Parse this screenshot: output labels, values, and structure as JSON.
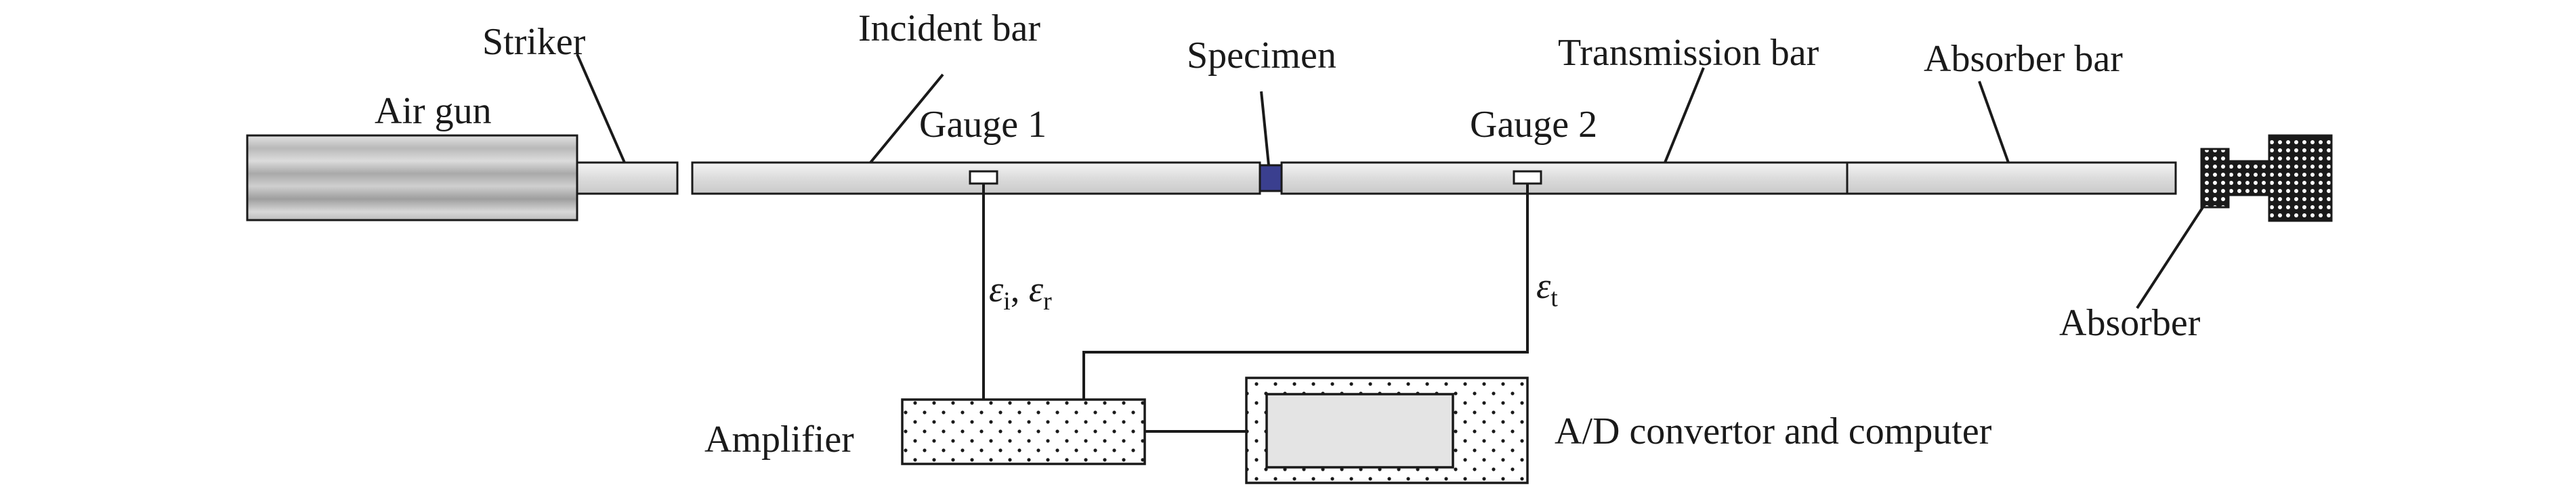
{
  "labels": {
    "air_gun": "Air gun",
    "striker": "Striker",
    "incident_bar": "Incident bar",
    "specimen": "Specimen",
    "transmission_bar": "Transmission bar",
    "absorber_bar": "Absorber bar",
    "gauge_1": "Gauge 1",
    "gauge_2": "Gauge 2",
    "absorber": "Absorber",
    "amplifier": "Amplifier",
    "ad_computer": "A/D convertor and computer"
  },
  "signals": {
    "gauge1": {
      "symbol": "ε",
      "sub1": "i",
      "sep": ", ",
      "sub2": "r"
    },
    "gauge2": {
      "symbol": "ε",
      "sub1": "t"
    }
  },
  "colors": {
    "stroke": "#1a1a1a",
    "bar_fill": "#e6e6e6",
    "specimen_fill": "#3a3f8f",
    "screen_fill": "#e4e4e4"
  }
}
